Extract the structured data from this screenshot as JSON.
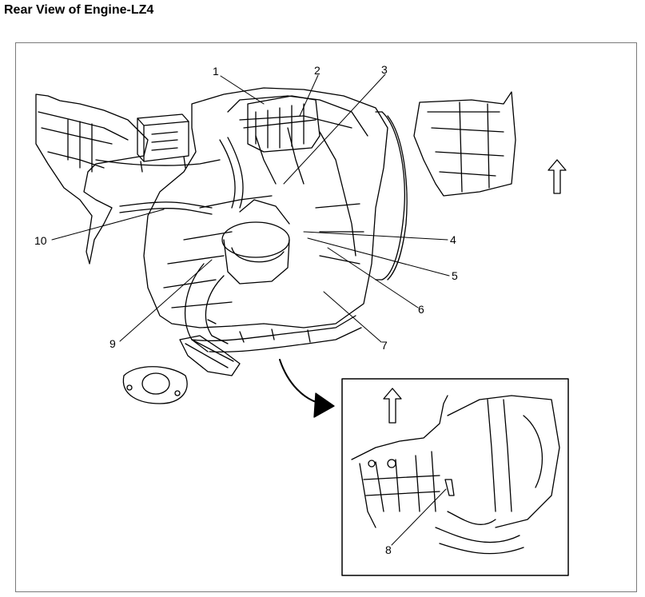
{
  "title": "Rear View of Engine-LZ4",
  "callouts": [
    "1",
    "2",
    "3",
    "4",
    "5",
    "6",
    "7",
    "8",
    "9",
    "10"
  ],
  "colors": {
    "line": "#000000",
    "frame": "#7a7a7a",
    "background": "#ffffff"
  },
  "icons": {
    "up_arrow": "up-arrow-icon",
    "curved_arrow": "curved-arrow-icon"
  }
}
